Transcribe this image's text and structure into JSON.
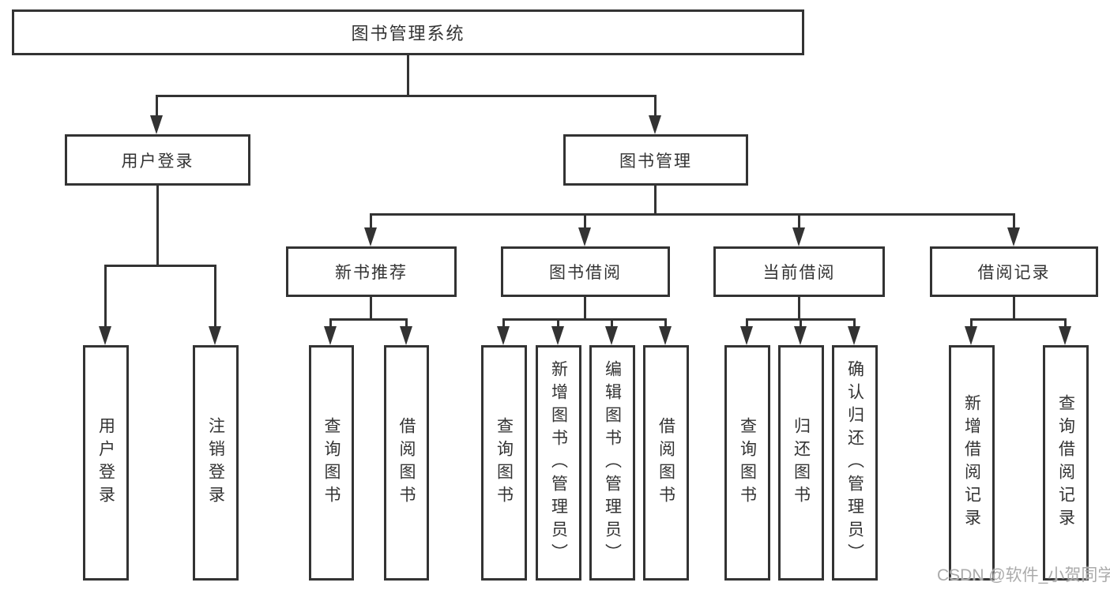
{
  "diagram": {
    "root": {
      "label": "图书管理系统"
    },
    "level2": [
      {
        "label": "用户登录"
      },
      {
        "label": "图书管理"
      }
    ],
    "level3": [
      {
        "label": "新书推荐"
      },
      {
        "label": "图书借阅"
      },
      {
        "label": "当前借阅"
      },
      {
        "label": "借阅记录"
      }
    ],
    "leaves": {
      "user_login": [
        {
          "label": "用户登录"
        },
        {
          "label": "注销登录"
        }
      ],
      "new_books": [
        {
          "label": "查询图书"
        },
        {
          "label": "借阅图书"
        }
      ],
      "book_borrow": [
        {
          "label": "查询图书"
        },
        {
          "label": "新增图书（管理员）"
        },
        {
          "label": "编辑图书（管理员）"
        },
        {
          "label": "借阅图书"
        }
      ],
      "current_borrow": [
        {
          "label": "查询图书"
        },
        {
          "label": "归还图书"
        },
        {
          "label": "确认归还（管理员）"
        }
      ],
      "borrow_records": [
        {
          "label": "新增借阅记录"
        },
        {
          "label": "查询借阅记录"
        }
      ]
    }
  },
  "watermark": {
    "text": "CSDN @软件_小贺同学"
  },
  "colors": {
    "line": "#333333",
    "text": "#333333",
    "watermark": "#ababab",
    "background": "#ffffff"
  }
}
